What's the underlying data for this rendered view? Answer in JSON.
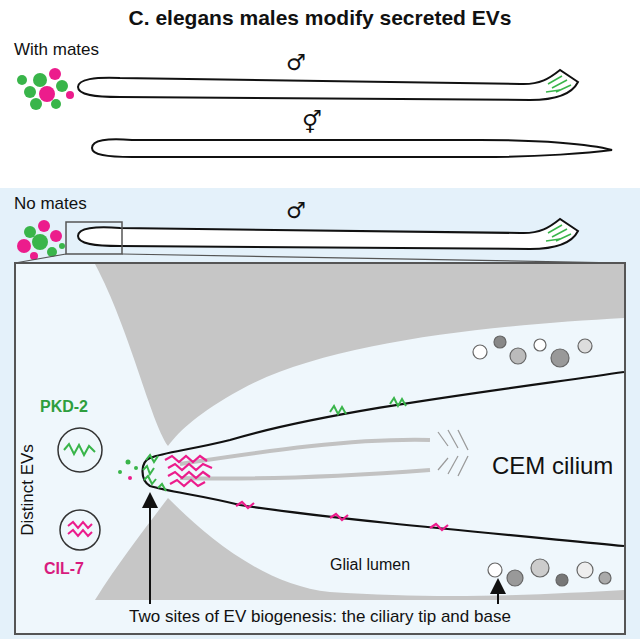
{
  "diagram": {
    "title": "C. elegans males modify secreted EVs",
    "nodes": [
      {
        "text": [
          "No mates"
        ]
      },
      {
        "text": [
          "Distinct EVs",
          "PKD-2",
          "CIL-7",
          "CEM cilium",
          "Glial lumen",
          "Two sites of EV biogenesis: the ciliary tip and base"
        ],
        "in": 0
      }
    ],
    "labels": [
      "With mates",
      "♂",
      "⚥",
      "♂"
    ]
  }
}
